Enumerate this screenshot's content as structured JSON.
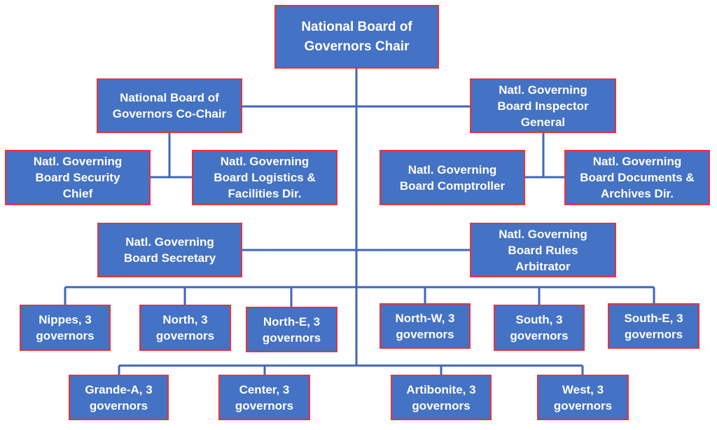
{
  "colors": {
    "box_fill": "#4472c4",
    "box_border": "#e8323c",
    "connector": "#3f67b8"
  },
  "chart": {
    "chair": "National Board of\nGovernors Chair",
    "co_chair": "National Board of\nGovernors Co-Chair",
    "inspector_general": "Natl. Governing\nBoard Inspector\nGeneral",
    "security_chief": "Natl. Governing\nBoard Security\nChief",
    "logistics": "Natl.  Governing\nBoard Logistics &\nFacilities Dir.",
    "comptroller": "Natl. Governing\nBoard Comptroller",
    "documents": "Natl. Governing\nBoard Documents &\nArchives Dir.",
    "secretary": "Natl. Governing\nBoard  Secretary",
    "rules_arbitrator": "Natl. Governing\nBoard Rules\nArbitrator",
    "departments": [
      "Nippes, 3\ngovernors",
      "North, 3\ngovernors",
      "North-E, 3\ngovernors",
      "North-W, 3\ngovernors",
      "South, 3\ngovernors",
      "South-E, 3\ngovernors",
      "Grande-A, 3\ngovernors",
      "Center, 3\ngovernors",
      "Artibonite, 3\ngovernors",
      "West, 3\ngovernors"
    ]
  }
}
